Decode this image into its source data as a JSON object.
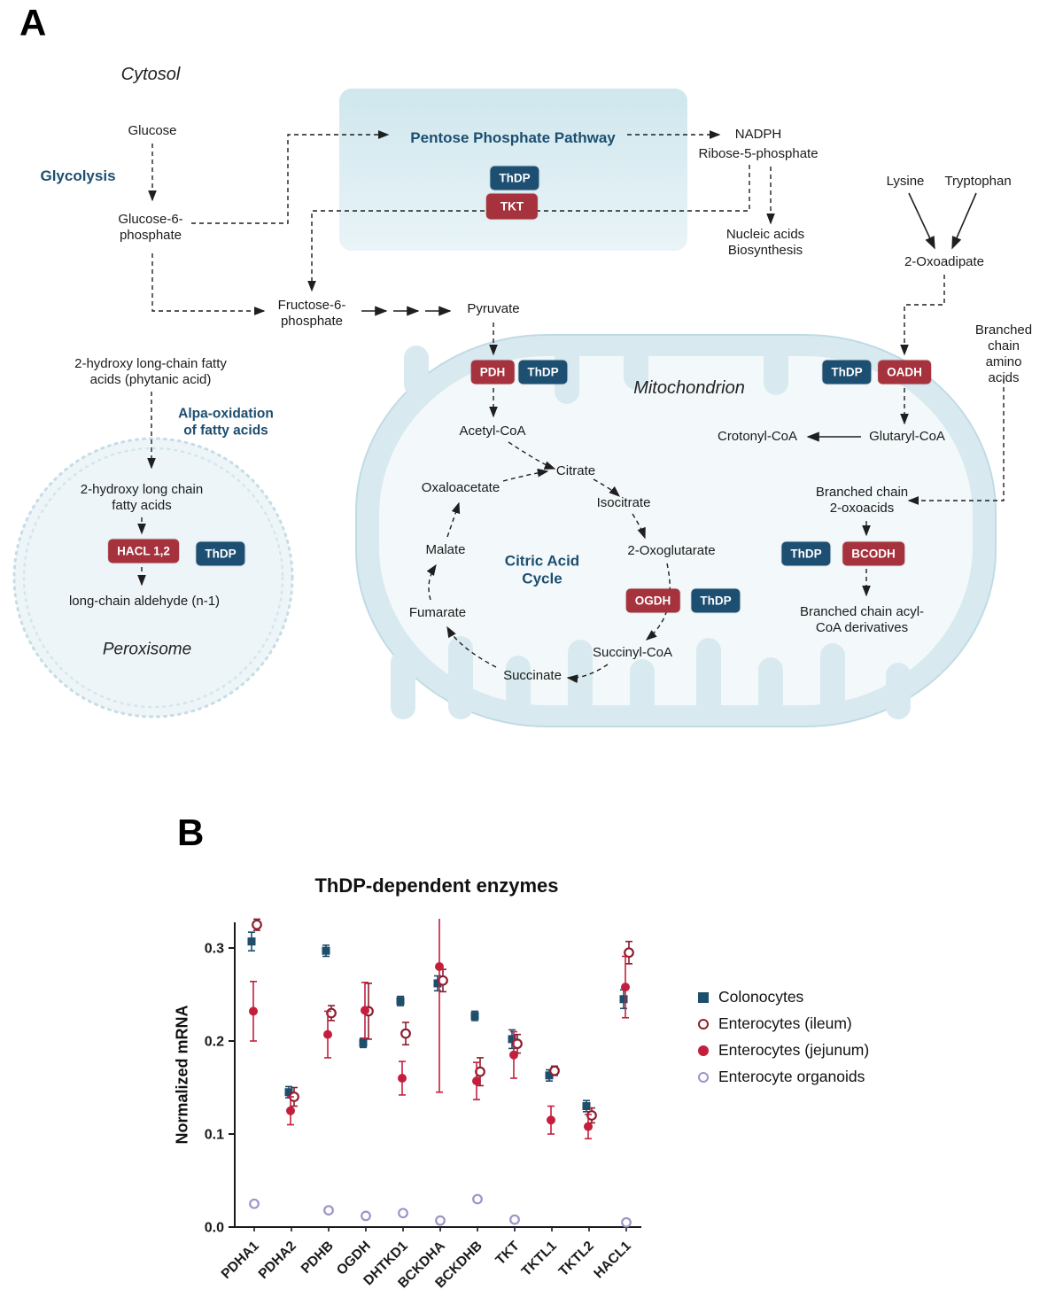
{
  "labels": {
    "panelA": "A",
    "panelB": "B",
    "thdp": "ThDP"
  },
  "colors": {
    "badge_red": "#a5323c",
    "badge_navy": "#1c4f72",
    "navy_text": "#1d4e70",
    "membrane_blue": "#d8eaf0"
  },
  "panelA": {
    "cytosol": "Cytosol",
    "glycolysis": "Glycolysis",
    "glucose": "Glucose",
    "g6p": "Glucose-6-\nphosphate",
    "ppp_title": "Pentose Phosphate Pathway",
    "tkt": "TKT",
    "nadph": "NADPH",
    "r5p": "Ribose-5-phosphate",
    "nucleic": "Nucleic acids\nBiosynthesis",
    "lysine": "Lysine",
    "tryptophan": "Tryptophan",
    "oxoadipate": "2-Oxoadipate",
    "f6p": "Fructose-6-\nphosphate",
    "pyruvate": "Pyruvate",
    "phytanic": "2-hydroxy long-chain fatty\nacids (phytanic acid)",
    "alpha_oxidation": "Alpa-oxidation\nof fatty acids",
    "hydroxy_fa": "2-hydroxy long chain\nfatty acids",
    "hacl": "HACL 1,2",
    "aldehyde": "long-chain aldehyde (n-1)",
    "peroxisome": "Peroxisome",
    "mitochondrion": "Mitochondrion",
    "pdh": "PDH",
    "acetyl_coa": "Acetyl-CoA",
    "oxaloacetate": "Oxaloacetate",
    "citrate": "Citrate",
    "isocitrate": "Isocitrate",
    "oxoglutarate": "2-Oxoglutarate",
    "citric_acid_cycle": "Citric Acid\nCycle",
    "malate": "Malate",
    "fumarate": "Fumarate",
    "succinate": "Succinate",
    "succinyl_coa": "Succinyl-CoA",
    "ogdh": "OGDH",
    "crotonyl_coa": "Crotonyl-CoA",
    "glutaryl_coa": "Glutaryl-CoA",
    "oadh": "OADH",
    "bcaa": "Branched chain\namino acids",
    "bc_oxoacids": "Branched chain\n2-oxoacids",
    "bcodh": "BCODH",
    "bc_acyl": "Branched chain acyl-\nCoA derivatives"
  },
  "chart_data": {
    "type": "scatter",
    "title": "ThDP-dependent enzymes",
    "xlabel": "",
    "ylabel": "Normalized mRNA",
    "ylim": [
      0.0,
      0.33
    ],
    "yticks": [
      0.0,
      0.1,
      0.2,
      0.3
    ],
    "grid": false,
    "legend_position": "right",
    "categories": [
      "PDHA1",
      "PDHA2",
      "PDHB",
      "OGDH",
      "DHTKD1",
      "BCKDHA",
      "BCKDHB",
      "TKT",
      "TKTL1",
      "TKTL2",
      "HACL1"
    ],
    "series": [
      {
        "name": "Colonocytes",
        "marker": "filled-square",
        "color": "#1d4e6b",
        "values": [
          0.307,
          0.145,
          0.297,
          0.198,
          0.243,
          0.262,
          0.227,
          0.202,
          0.163,
          0.13,
          0.245
        ],
        "errors": [
          0.01,
          0.006,
          0.006,
          0.005,
          0.005,
          0.008,
          0.005,
          0.01,
          0.006,
          0.006,
          0.01
        ]
      },
      {
        "name": "Enterocytes (ileum)",
        "marker": "open-circle",
        "color": "#8b1f2f",
        "values": [
          0.325,
          0.14,
          0.23,
          0.232,
          0.208,
          0.265,
          0.167,
          0.197,
          0.168,
          0.12,
          0.295
        ],
        "errors": [
          0.006,
          0.01,
          0.008,
          0.03,
          0.012,
          0.012,
          0.015,
          0.01,
          0.005,
          0.008,
          0.012
        ]
      },
      {
        "name": "Enterocytes (jejunum)",
        "marker": "filled-circle",
        "color": "#c41e3d",
        "values": [
          0.232,
          0.125,
          0.207,
          0.233,
          0.16,
          0.28,
          0.157,
          0.185,
          0.115,
          0.108,
          0.258
        ],
        "errors": [
          0.032,
          0.015,
          0.025,
          0.03,
          0.018,
          0.135,
          0.02,
          0.025,
          0.015,
          0.013,
          0.033
        ]
      },
      {
        "name": "Enterocyte organoids",
        "marker": "open-circle",
        "color": "#9f92cb",
        "values": [
          0.025,
          null,
          0.018,
          0.012,
          0.015,
          0.007,
          0.03,
          0.008,
          null,
          null,
          0.005
        ],
        "errors": [
          0.003,
          null,
          0.002,
          0.002,
          0.002,
          0.001,
          0.003,
          0.001,
          null,
          null,
          0.001
        ]
      }
    ]
  }
}
